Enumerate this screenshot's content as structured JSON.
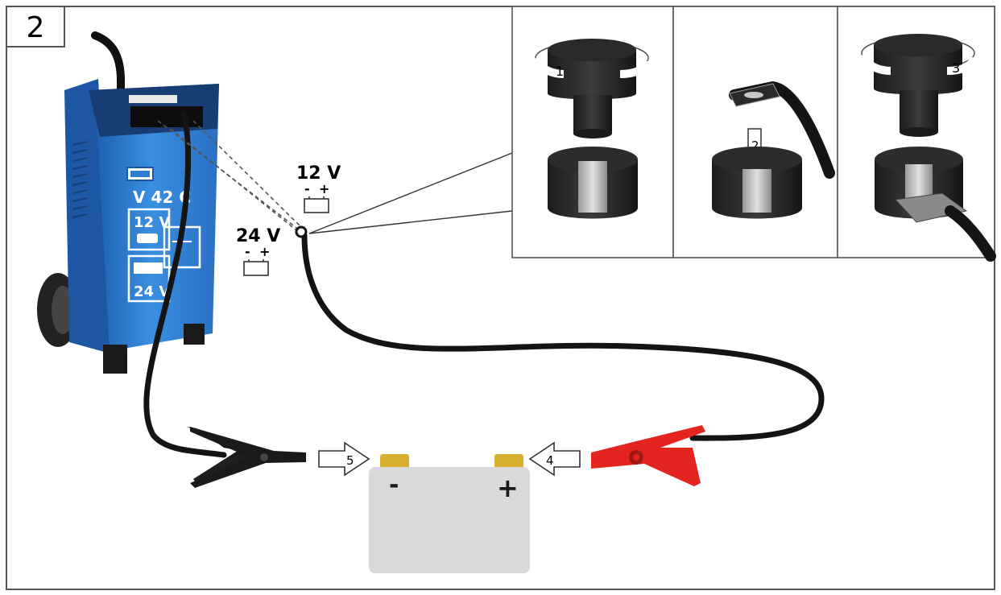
{
  "step_number": "2",
  "voltage_labels": {
    "v12": "12 V",
    "v24": "24 V"
  },
  "battery_symbol": {
    "minus": "-",
    "plus": "+"
  },
  "charger": {
    "panel_arrow_label": "V 42 C",
    "label_12v": "12 V",
    "label_24v": "24 V"
  },
  "terminals": {
    "negative": "-",
    "positive": "+"
  },
  "step_markers": {
    "s1": "1",
    "s2": "2",
    "s3": "3",
    "s4": "4",
    "s5": "5"
  },
  "colors": {
    "charger_blue": "#2f7fd0",
    "cable": "#1a1a1a",
    "red_clamp": "#e3241f",
    "battery_body": "#d9d9d9",
    "terminal": "#d8b02f"
  }
}
